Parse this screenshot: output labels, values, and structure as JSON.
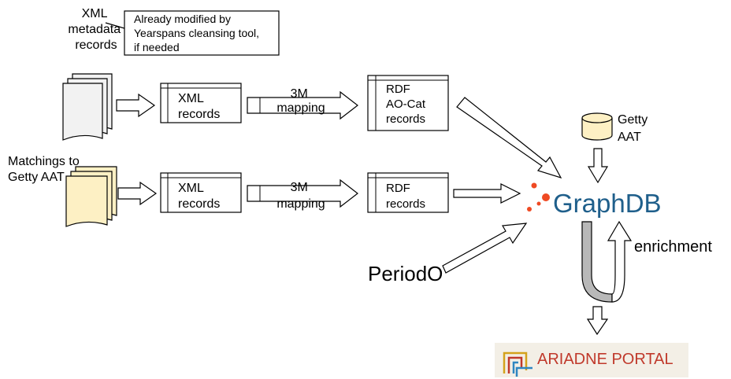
{
  "labels": {
    "xml_metadata": [
      "XML",
      "metadata",
      "records"
    ],
    "note": [
      "Already modified by",
      "Yearspans cleansing tool,",
      "if needed"
    ],
    "matchings": [
      "Matchings to",
      "Getty AAT"
    ],
    "xml_records_1": [
      "XML",
      "records"
    ],
    "mapping_1": [
      "3M",
      "mapping"
    ],
    "rdf_records_1": [
      "RDF",
      "AO-Cat",
      "records"
    ],
    "xml_records_2": [
      "XML",
      "records"
    ],
    "mapping_2": [
      "3M",
      "mapping"
    ],
    "rdf_records_2": [
      "RDF",
      "records"
    ],
    "getty": [
      "Getty",
      "AAT"
    ],
    "graphdb": "GraphDB",
    "enrichment": "enrichment",
    "periodo": "PeriodO",
    "ariadne": "ARIADNE PORTAL"
  },
  "colors": {
    "doc_gray": "#f2f2f2",
    "doc_yellow": "#fdf0c4",
    "graphdb_blue": "#1f5f8b",
    "graphdb_orange": "#ef4a23",
    "ariadne_red": "#c0392b",
    "ariadne_bg": "#f3efe6",
    "cylinder": "#fdf0c4",
    "curve_gray": "#b8b8b8"
  }
}
